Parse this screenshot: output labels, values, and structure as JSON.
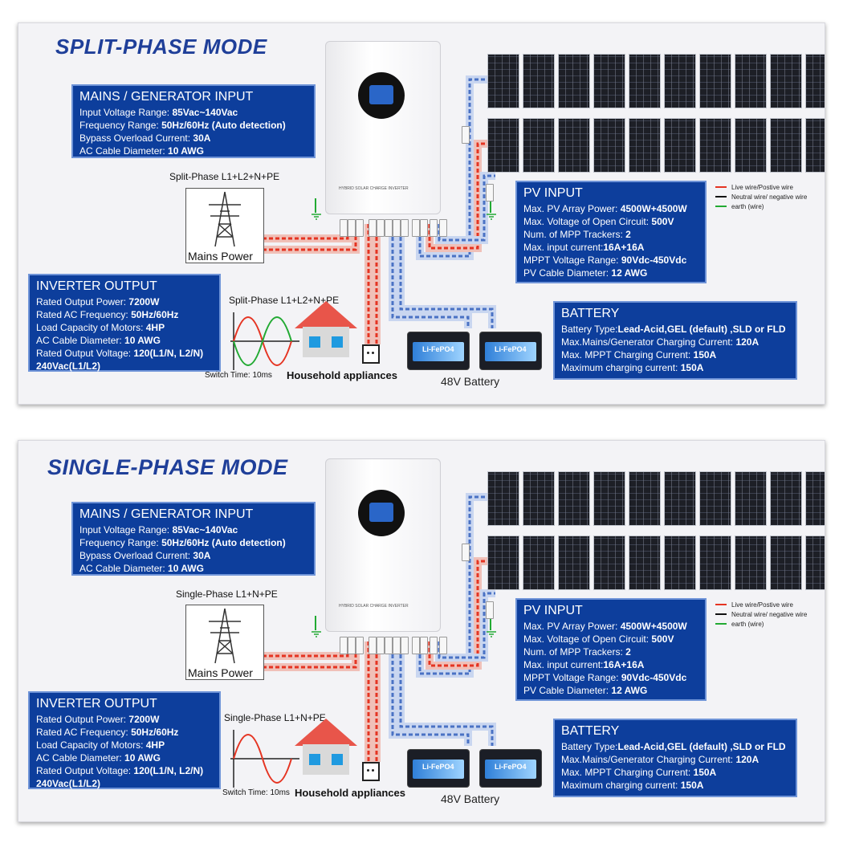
{
  "colors": {
    "live": "#e53422",
    "neutral": "#111111",
    "earth": "#22aa33",
    "box_bg": "#0d3e9c",
    "title": "#1f3f99",
    "dc_wire": "#4a72c4"
  },
  "panels": [
    {
      "mode_title": "SPLIT-PHASE MODE",
      "mains": {
        "header": "MAINS / GENERATOR INPUT",
        "lines": [
          {
            "label": "Input Voltage Range: ",
            "value": "85Vac~140Vac"
          },
          {
            "label": "Frequency Range: ",
            "value": "50Hz/60Hz (Auto detection)"
          },
          {
            "label": "Bypass Overload Current: ",
            "value": "30A"
          },
          {
            "label": "AC Cable Diameter: ",
            "value": "10 AWG"
          }
        ]
      },
      "grid_label": "Split-Phase L1+L2+N+PE",
      "mains_power_label": "Mains Power",
      "pv": {
        "header": "PV INPUT",
        "lines": [
          {
            "label": "Max.  PV Array Power: ",
            "value": "4500W+4500W"
          },
          {
            "label": "Max. Voltage of Open Circuit: ",
            "value": "500V"
          },
          {
            "label": "Num. of MPP Trackers: ",
            "value": "2"
          },
          {
            "label": "Max.  input current:",
            "value": "16A+16A"
          },
          {
            "label": "MPPT Voltage Range: ",
            "value": "90Vdc-450Vdc"
          },
          {
            "label": "PV Cable Diameter: ",
            "value": "12 AWG"
          }
        ]
      },
      "battery": {
        "header": "BATTERY",
        "lines": [
          {
            "label": "Battery Type:",
            "value": "Lead-Acid,GEL (default) ,SLD or FLD"
          },
          {
            "label": "Max.Mains/Generator Charging Current: ",
            "value": "120A"
          },
          {
            "label": "Max. MPPT Charging Current: ",
            "value": "150A"
          },
          {
            "label": "Maximum charging current: ",
            "value": "150A"
          }
        ]
      },
      "output": {
        "header": "INVERTER OUTPUT",
        "lines": [
          {
            "label": "Rated Output Power: ",
            "value": "7200W"
          },
          {
            "label": "Rated AC Frequency: ",
            "value": "50Hz/60Hz"
          },
          {
            "label": "Load Capacity of Motors: ",
            "value": "4HP"
          },
          {
            "label": "AC Cable Diameter: ",
            "value": "10 AWG"
          },
          {
            "label": "Rated Output Voltage: ",
            "value": "120(L1/N, L2/N)"
          },
          {
            "label": "",
            "value": "240Vac(L1/L2)"
          }
        ]
      },
      "house_label": "Split-Phase L1+L2+N+PE",
      "switch_time": "Switch Time: 10ms",
      "household": "Household appliances",
      "battery_caption": "48V Battery",
      "legend": [
        "Live wire/Postive wire",
        "Neutral wire/ negative wire",
        "earth (wire)"
      ],
      "inverter_label": "HYBRID SOLAR CHARGE INVERTER",
      "battery_brand": "Li-FePO4",
      "wave_count": 2
    },
    {
      "mode_title": "SINGLE-PHASE MODE",
      "mains": {
        "header": "MAINS / GENERATOR INPUT",
        "lines": [
          {
            "label": "Input Voltage Range: ",
            "value": "85Vac~140Vac"
          },
          {
            "label": "Frequency Range: ",
            "value": "50Hz/60Hz (Auto detection)"
          },
          {
            "label": "Bypass Overload Current: ",
            "value": "30A"
          },
          {
            "label": "AC Cable Diameter: ",
            "value": "10 AWG"
          }
        ]
      },
      "grid_label": "Single-Phase L1+N+PE",
      "mains_power_label": "Mains Power",
      "pv": {
        "header": "PV INPUT",
        "lines": [
          {
            "label": "Max.  PV Array Power: ",
            "value": "4500W+4500W"
          },
          {
            "label": "Max. Voltage of Open Circuit: ",
            "value": "500V"
          },
          {
            "label": "Num. of MPP Trackers: ",
            "value": "2"
          },
          {
            "label": "Max.  input current:",
            "value": "16A+16A"
          },
          {
            "label": "MPPT Voltage Range: ",
            "value": "90Vdc-450Vdc"
          },
          {
            "label": "PV Cable Diameter: ",
            "value": "12 AWG"
          }
        ]
      },
      "battery": {
        "header": "BATTERY",
        "lines": [
          {
            "label": "Battery Type:",
            "value": "Lead-Acid,GEL (default) ,SLD or FLD"
          },
          {
            "label": "Max.Mains/Generator Charging Current: ",
            "value": "120A"
          },
          {
            "label": "Max. MPPT Charging Current: ",
            "value": "150A"
          },
          {
            "label": "Maximum charging current: ",
            "value": "150A"
          }
        ]
      },
      "output": {
        "header": "INVERTER OUTPUT",
        "lines": [
          {
            "label": "Rated Output Power: ",
            "value": "7200W"
          },
          {
            "label": "Rated AC Frequency: ",
            "value": "50Hz/60Hz"
          },
          {
            "label": "Load Capacity of Motors: ",
            "value": "4HP"
          },
          {
            "label": "AC Cable Diameter: ",
            "value": "10 AWG"
          },
          {
            "label": "Rated Output Voltage: ",
            "value": "120(L1/N, L2/N)"
          },
          {
            "label": "",
            "value": "240Vac(L1/L2)"
          }
        ]
      },
      "house_label": "Single-Phase L1+N+PE",
      "switch_time": "Switch Time: 10ms",
      "household": "Household appliances",
      "battery_caption": "48V Battery",
      "legend": [
        "Live wire/Postive wire",
        "Neutral wire/ negative wire",
        "earth (wire)"
      ],
      "inverter_label": "HYBRID SOLAR CHARGE INVERTER",
      "battery_brand": "Li-FePO4",
      "wave_count": 1
    }
  ]
}
